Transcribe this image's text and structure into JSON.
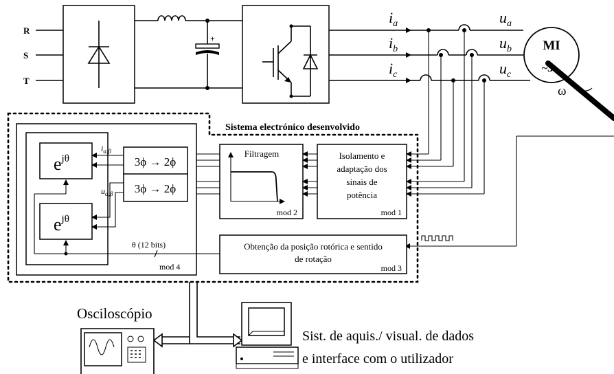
{
  "phases": {
    "r": "R",
    "s": "S",
    "t": "T"
  },
  "currents": {
    "a": "i",
    "a_sub": "a",
    "b": "i",
    "b_sub": "b",
    "c": "i",
    "c_sub": "c"
  },
  "voltages": {
    "a": "u",
    "a_sub": "a",
    "b": "u",
    "b_sub": "b",
    "c": "u",
    "c_sub": "c"
  },
  "motor": {
    "name": "MI",
    "type": "~3",
    "speed_symbol": "ω"
  },
  "system_title": "Sistema electrónico desenvolvido",
  "mod4": {
    "label": "mod 4",
    "rotation_top": "e",
    "rotation_top_exp": "jθ",
    "rotation_bottom": "e",
    "rotation_bottom_exp": "jθ",
    "current_signal": "i",
    "current_signal_sub": "α,β",
    "voltage_signal": "u",
    "voltage_signal_sub": "α,β",
    "transform_top": "3ϕ → 2ϕ",
    "transform_bottom": "3ϕ → 2ϕ",
    "theta_bits": "θ (12 bits)"
  },
  "mod2": {
    "title": "Filtragem",
    "label": "mod 2"
  },
  "mod1": {
    "line1": "Isolamento e",
    "line2": "adaptação dos",
    "line3": "sinais de",
    "line4": "potência",
    "label": "mod 1"
  },
  "mod3": {
    "line1": "Obtenção da posição rotórica e sentido",
    "line2": "de rotação",
    "label": "mod 3"
  },
  "oscilloscope": {
    "label": "Osciloscópio"
  },
  "pc": {
    "line1": "Sist. de aquis./ visual. de dados",
    "line2": "e interface com o utilizador"
  }
}
